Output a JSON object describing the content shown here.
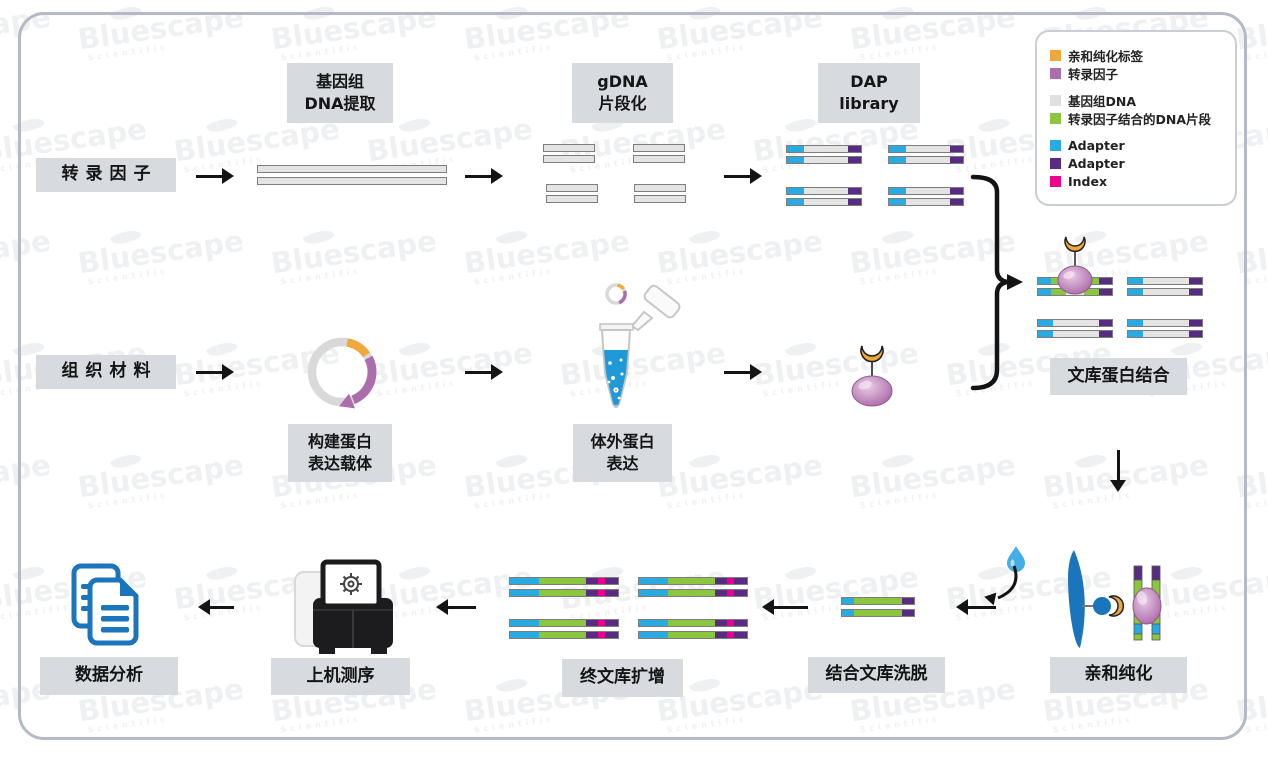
{
  "watermark": {
    "brand": "Bluescape",
    "sub": "Scientific"
  },
  "steps": {
    "tf_input": "转录因子",
    "genome_extract": "基因组\nDNA提取",
    "gdna_frag": "gDNA\n片段化",
    "dap_library": "DAP\nlibrary",
    "tissue": "组织材料",
    "vector": "构建蛋白\n表达载体",
    "invitro": "体外蛋白\n表达",
    "binding": "文库蛋白结合",
    "affinity": "亲和纯化",
    "elution": "结合文库洗脱",
    "amplification": "终文库扩增",
    "sequencing": "上机测序",
    "analysis": "数据分析"
  },
  "legend": {
    "groups": [
      {
        "items": [
          {
            "label": "亲和纯化标签"
          },
          {
            "label": "转录因子"
          }
        ]
      },
      {
        "items": [
          {
            "label": "基因组DNA"
          },
          {
            "label": "转录因子结合的DNA片段"
          }
        ]
      },
      {
        "items": [
          {
            "label": "Adapter"
          },
          {
            "label": "Adapter"
          },
          {
            "label": "Index"
          }
        ]
      }
    ]
  },
  "colors": {
    "tag_orange": "#f0a73c",
    "tf_mauve": "#ab6dab",
    "gdna_gray": "#e0e0e0",
    "bound_green": "#8cc63f",
    "adapter_blue": "#29abe2",
    "adapter_purple": "#582c83",
    "index_magenta": "#ec008c",
    "doc_blue": "#1b75bc",
    "liquid_blue": "#1f9ad6",
    "bead_blue": "#1b75bc",
    "ink": "#141414",
    "box_gray": "#d7dade",
    "card_border": "#b3bac5"
  }
}
